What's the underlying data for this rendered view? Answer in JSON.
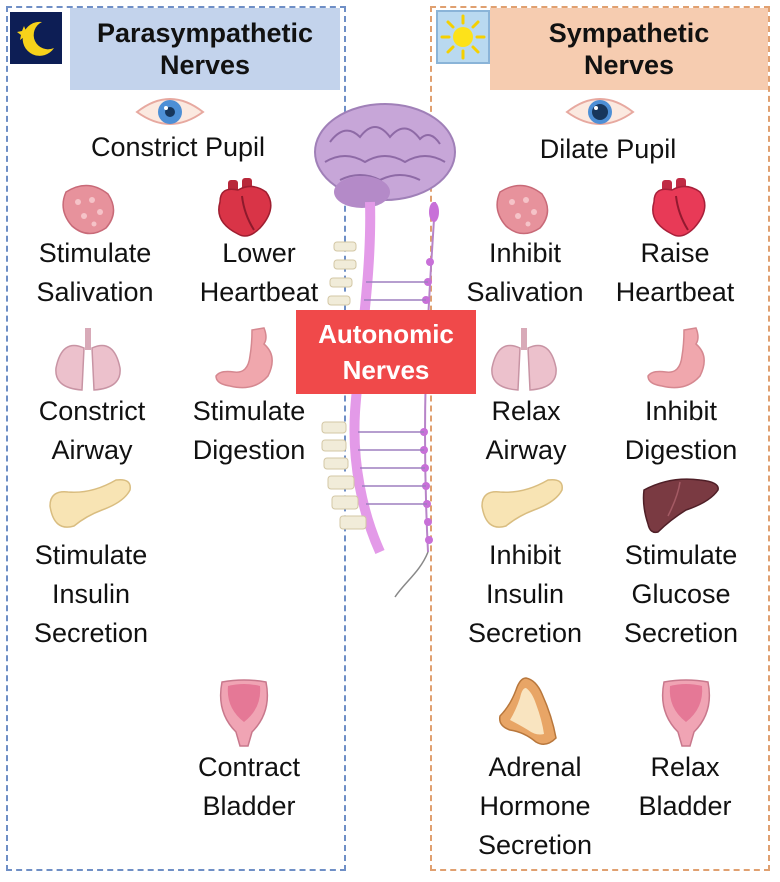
{
  "parasympathetic": {
    "header": [
      "Parasympathetic",
      "Nerves"
    ],
    "items": {
      "pupil": [
        "Constrict Pupil"
      ],
      "salivation": [
        "Stimulate",
        "Salivation"
      ],
      "heartbeat": [
        "Lower",
        "Heartbeat"
      ],
      "airway": [
        "Constrict",
        "Airway"
      ],
      "digestion": [
        "Stimulate",
        "Digestion"
      ],
      "insulin": [
        "Stimulate",
        "Insulin",
        "Secretion"
      ],
      "bladder": [
        "Contract",
        "Bladder"
      ]
    }
  },
  "sympathetic": {
    "header": [
      "Sympathetic",
      "Nerves"
    ],
    "items": {
      "pupil": [
        "Dilate Pupil"
      ],
      "salivation": [
        "Inhibit",
        "Salivation"
      ],
      "heartbeat": [
        "Raise",
        "Heartbeat"
      ],
      "airway": [
        "Relax",
        "Airway"
      ],
      "digestion": [
        "Inhibit",
        "Digestion"
      ],
      "insulin": [
        "Inhibit",
        "Insulin",
        "Secretion"
      ],
      "glucose": [
        "Stimulate",
        "Glucose",
        "Secretion"
      ],
      "adrenal": [
        "Adrenal",
        "Hormone",
        "Secretion"
      ],
      "bladder": [
        "Relax",
        "Bladder"
      ]
    }
  },
  "center": {
    "label": [
      "Autonomic",
      "Nerves"
    ]
  },
  "colors": {
    "para_header_bg": "#c3d3ec",
    "symp_header_bg": "#f6ccb0",
    "para_border": "#6f8fc6",
    "symp_border": "#e0a070",
    "autonomic_bg": "#f0494a",
    "moon_bg": "#0d1e55",
    "sun_bg": "#b9d9f0"
  },
  "icons": [
    "moon-icon",
    "sun-icon",
    "eye-icon",
    "salivary-gland-icon",
    "heart-icon",
    "lungs-icon",
    "stomach-icon",
    "pancreas-icon",
    "liver-icon",
    "adrenal-gland-icon",
    "bladder-icon",
    "brain-spine-icon"
  ]
}
